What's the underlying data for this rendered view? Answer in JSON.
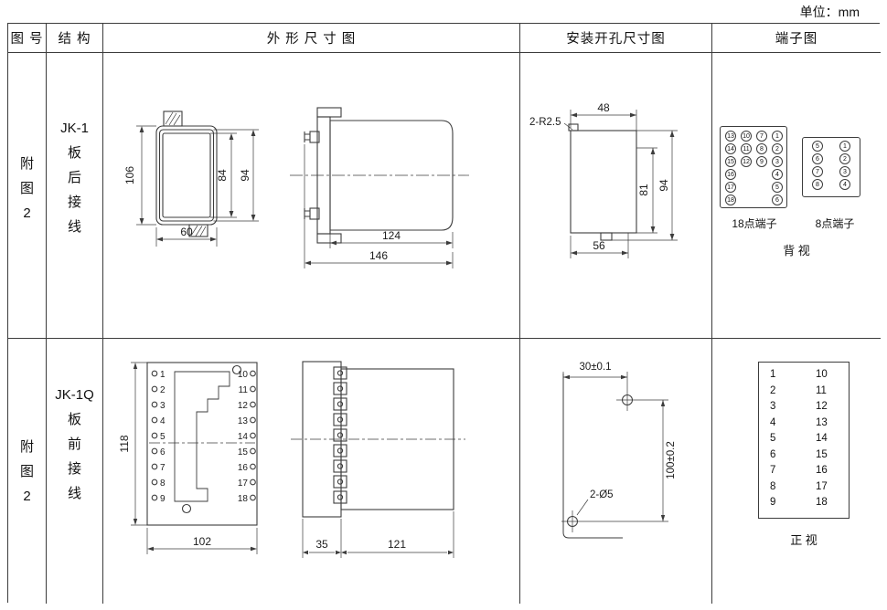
{
  "unit_label": "单位：mm",
  "header": {
    "fig_no": "图 号",
    "structure": "结 构",
    "outline": "外 形 尺 寸 图",
    "mounting": "安装开孔尺寸图",
    "terminal": "端子图"
  },
  "row1": {
    "fig_lines": [
      "附",
      "图",
      "2"
    ],
    "structure_lines": [
      "JK-1",
      "板",
      "后",
      "接",
      "线"
    ],
    "outline": {
      "dim_h": "106",
      "dim_w": "60",
      "dim_inner": "84",
      "dim_outer": "94",
      "dim_body": "124",
      "dim_total": "146"
    },
    "mounting": {
      "slot_label": "2-R2.5",
      "dim_top": "48",
      "dim_inner_h": "81",
      "dim_outer_h": "94",
      "dim_bottom": "56"
    },
    "terminal": {
      "t18": {
        "colA": [
          "13",
          "14",
          "15",
          "16",
          "17",
          "18"
        ],
        "colB": [
          "10",
          "11",
          "12"
        ],
        "colC": [
          "7",
          "8",
          "9"
        ],
        "colD": [
          "1",
          "2",
          "3",
          "4",
          "5",
          "6"
        ]
      },
      "t8": {
        "colL": [
          "5",
          "6",
          "7",
          "8"
        ],
        "colR": [
          "1",
          "2",
          "3",
          "4"
        ]
      },
      "label18": "18点端子",
      "label8": "8点端子",
      "view": "背 视"
    }
  },
  "row2": {
    "fig_lines": [
      "附",
      "图",
      "2"
    ],
    "structure_lines": [
      "JK-1Q",
      "板",
      "前",
      "接",
      "线"
    ],
    "pins": {
      "left": [
        "1",
        "2",
        "3",
        "4",
        "5",
        "6",
        "7",
        "8",
        "9"
      ],
      "right": [
        "10",
        "11",
        "12",
        "13",
        "14",
        "15",
        "16",
        "17",
        "18"
      ]
    },
    "outline": {
      "dim_h": "118",
      "dim_w": "102",
      "dim_strip": "35",
      "dim_body": "121"
    },
    "mounting": {
      "dim_top": "30±0.1",
      "dim_side": "100±0.2",
      "hole_label": "2-Ø5"
    },
    "terminal": {
      "view": "正 视"
    }
  }
}
